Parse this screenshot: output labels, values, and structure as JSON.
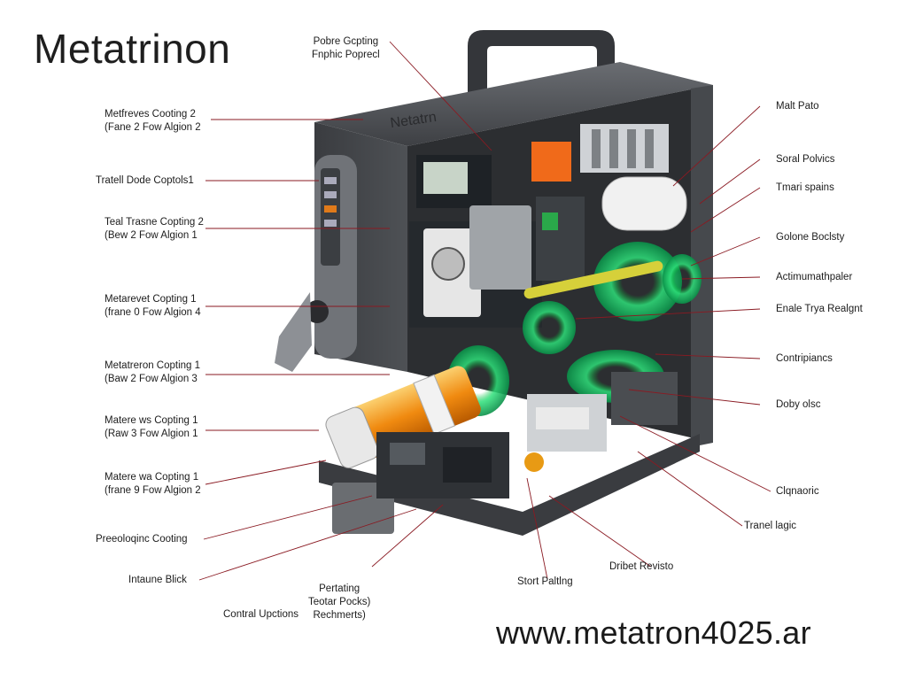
{
  "title": "Metatrinon",
  "website": "www.metatron4025.ar",
  "device_lid_text": "Netatrn",
  "labels_left": [
    {
      "line1": "Metfreves Cooting 2",
      "line2": "(Fane 2 Fow Algion 2"
    },
    {
      "line1": "Tratell Dode Coptols1",
      "line2": ""
    },
    {
      "line1": "Teal Trasne Copting 2",
      "line2": "(Bew 2 Fow Algion 1"
    },
    {
      "line1": "Metarevet Copting 1",
      "line2": "(frane 0 Fow Algion 4"
    },
    {
      "line1": "Metatreron Copting 1",
      "line2": "(Baw 2 Fow Algion 3"
    },
    {
      "line1": "Matere ws Copting 1",
      "line2": "(Raw 3 Fow Algion 1"
    },
    {
      "line1": "Matere wa Copting 1",
      "line2": "(frane 9 Fow Algion 2"
    },
    {
      "line1": "Preeoloqinc Cooting",
      "line2": ""
    },
    {
      "line1": "Intaune Blick",
      "line2": ""
    }
  ],
  "labels_right": [
    "Malt Pato",
    "Soral Polvics",
    "Tmari spains",
    "Golone Boclsty",
    "Actimumathpaler",
    "Enale Trya Realgnt",
    "Contripiancs",
    "Doby olsc",
    "Clqnaoric",
    "Tranel lagic"
  ],
  "labels_top": {
    "line1": "Pobre Gcpting",
    "line2": "Fnphic Poprecl"
  },
  "labels_bottom": [
    {
      "line1": "Pertating",
      "line2": "Teotar Pocks)",
      "line3": "Rechmerts)"
    },
    {
      "line1": "Contral Upctions",
      "line2": ""
    },
    {
      "line1": "Stort Paltlng",
      "line2": ""
    },
    {
      "line1": "Dribet Revisto",
      "line2": ""
    }
  ],
  "colors": {
    "case_dark": "#3b3d40",
    "case_mid": "#55585c",
    "accent_green": "#2ee07a",
    "accent_orange": "#f08a10",
    "leader_line": "#8a1a22"
  }
}
